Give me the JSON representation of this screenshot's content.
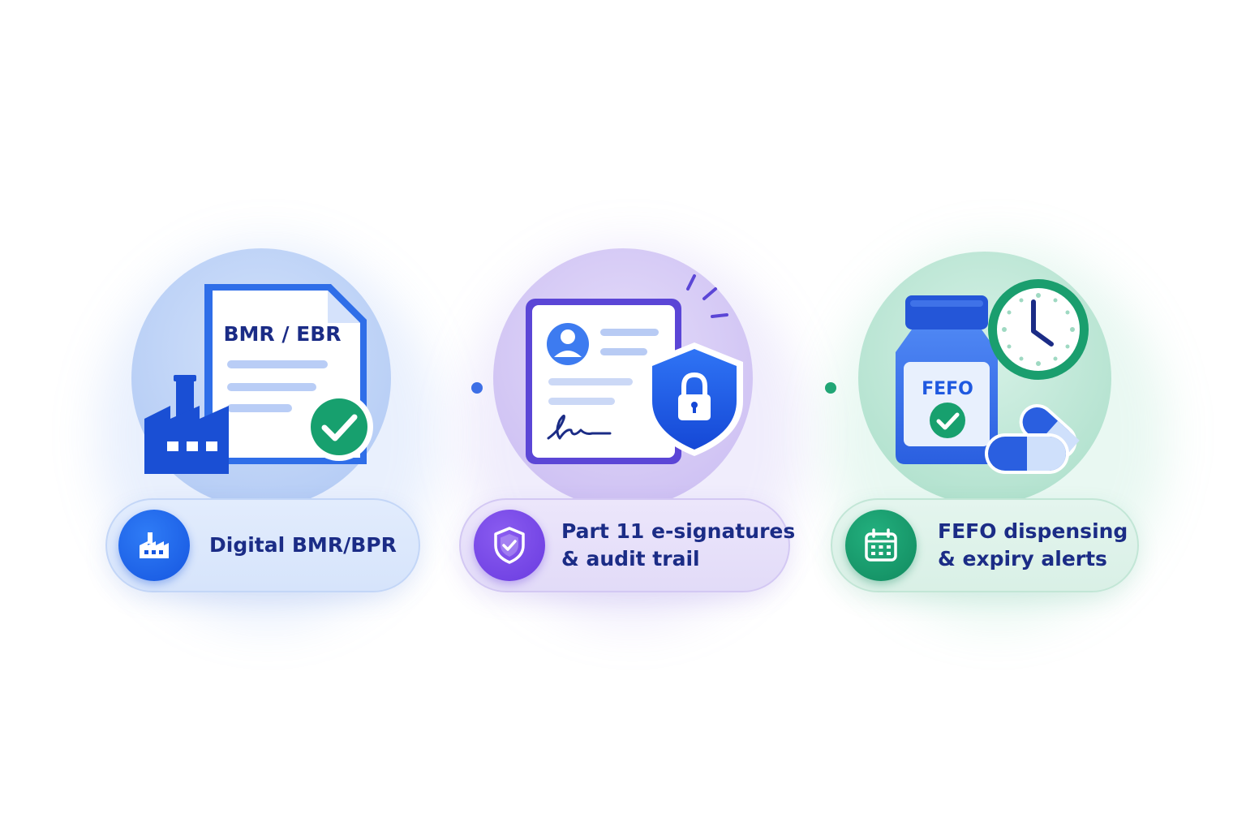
{
  "steps": [
    {
      "icon": "document-icon",
      "doc_label": "BMR / EBR",
      "badge_icon": "factory-icon",
      "caption_lines": [
        "Digital BMR/BPR"
      ]
    },
    {
      "icon": "signed-document-icon",
      "badge_icon": "shield-check-icon",
      "caption_lines": [
        "Part 11 e-signatures",
        "& audit trail"
      ]
    },
    {
      "icon": "medicine-bottle-icon",
      "bottle_label": "FEFO",
      "badge_icon": "calendar-icon",
      "caption_lines": [
        "FEFO dispensing",
        "& expiry alerts"
      ]
    }
  ],
  "colors": {
    "blue": "#1656e0",
    "purple": "#6a3be0",
    "green": "#118a5f",
    "text": "#1b2c86"
  }
}
